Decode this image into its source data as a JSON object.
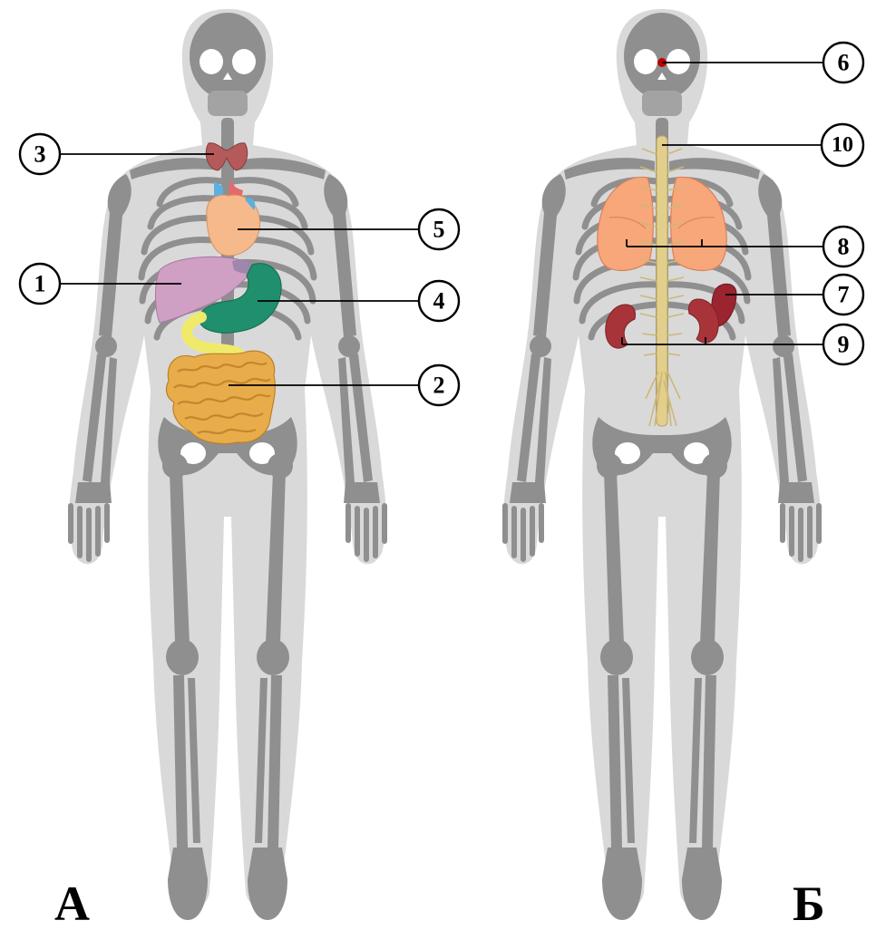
{
  "figures": [
    {
      "panel_label": "А",
      "callouts": [
        {
          "number": "1",
          "organ": "liver-icon"
        },
        {
          "number": "2",
          "organ": "intestine-icon"
        },
        {
          "number": "3",
          "organ": "thyroid-icon"
        },
        {
          "number": "4",
          "organ": "stomach-icon"
        },
        {
          "number": "5",
          "organ": "heart-icon"
        }
      ],
      "colors": {
        "liver": "#cf9fc4",
        "stomach": "#1f8f6e",
        "heart": "#f5b98b",
        "thyroid": "#b55a5a",
        "intestine_small": "#e8ad4a",
        "duodenum": "#f0ea6a"
      }
    },
    {
      "panel_label": "Б",
      "callouts": [
        {
          "number": "6",
          "organ": "pineal-gland-icon"
        },
        {
          "number": "7",
          "organ": "spleen-icon"
        },
        {
          "number": "8",
          "organ": "lungs-icon"
        },
        {
          "number": "9",
          "organ": "kidneys-icon"
        },
        {
          "number": "10",
          "organ": "spinal-cord-icon"
        }
      ],
      "colors": {
        "lungs": "#f7a77a",
        "kidneys": "#a8343a",
        "spleen": "#9b2430",
        "spinal_cord": "#e2cf8c",
        "pineal": "#c00000"
      }
    }
  ]
}
